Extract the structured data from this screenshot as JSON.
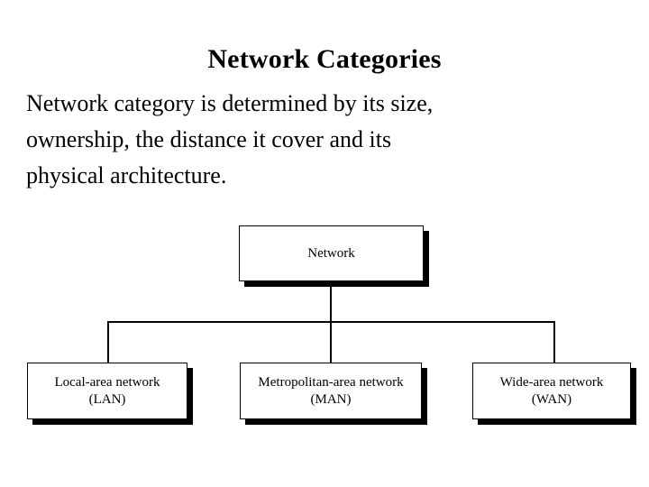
{
  "slide": {
    "title": "Network Categories",
    "body_lines": [
      "Network category is determined by its size,",
      "ownership, the distance it cover and its",
      "physical architecture."
    ]
  },
  "diagram": {
    "type": "hierarchy-tree",
    "root": {
      "label": "Network"
    },
    "children": [
      {
        "name_line": "Local-area network",
        "abbr_line": "(LAN)"
      },
      {
        "name_line": "Metropolitan-area network",
        "abbr_line": "(MAN)"
      },
      {
        "name_line": "Wide-area network",
        "abbr_line": "(WAN)"
      }
    ]
  },
  "colors": {
    "background": "#ffffff",
    "text": "#000000",
    "box_border": "#000000",
    "box_fill": "#ffffff",
    "box_shadow": "#000000",
    "connector": "#000000"
  }
}
